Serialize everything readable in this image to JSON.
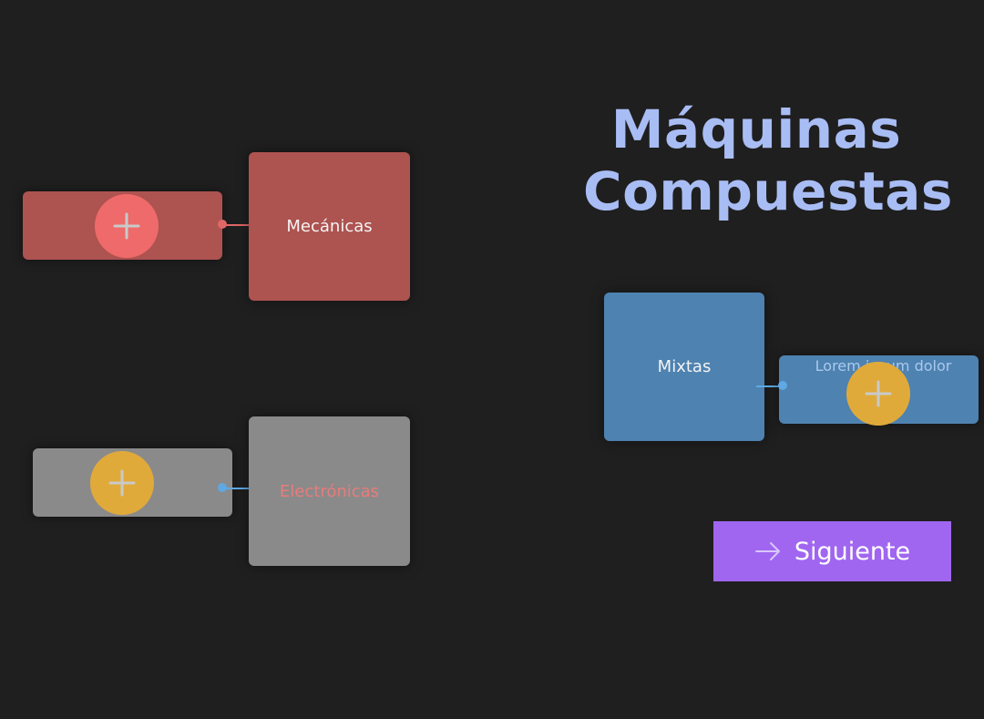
{
  "title": {
    "line1": "Máquinas",
    "line2": "Compuestas"
  },
  "cards": {
    "mecanicas": {
      "label": "Mecánicas",
      "color": "#ad5350",
      "add_button_color": "#ef6a6a",
      "add_icon": "plus-icon"
    },
    "electronicas": {
      "label": "Electrónicas",
      "color": "#8a8a8a",
      "label_color": "#e87c7c",
      "add_button_color": "#e0aa3a",
      "add_icon": "plus-icon"
    },
    "mixtas": {
      "label": "Mixtas",
      "color": "#4e82b0",
      "pill_text": "Lorem ipsum dolor",
      "add_button_color": "#e0aa3a",
      "add_icon": "plus-icon"
    }
  },
  "next_button": {
    "label": "Siguiente",
    "icon": "arrow-right-icon",
    "color": "#a066f0"
  },
  "colors": {
    "background": "#1f1f1f",
    "title": "#a9bdf5"
  }
}
